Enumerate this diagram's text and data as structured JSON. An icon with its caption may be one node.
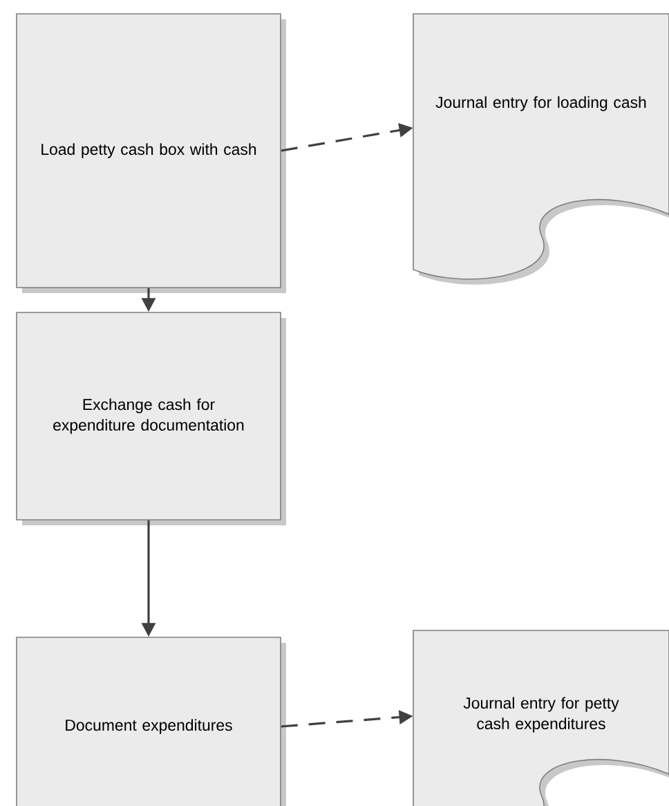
{
  "diagram": {
    "nodes": [
      {
        "text": [
          "Load petty cash box with cash"
        ]
      },
      {
        "text": [
          "Journal entry for loading cash"
        ]
      },
      {
        "text": [
          "Exchange cash for expenditure documentation"
        ]
      },
      {
        "text": [
          "Document expenditures"
        ]
      },
      {
        "text": [
          "Journal entry for petty cash expenditures"
        ]
      }
    ],
    "edges": [
      {
        "from": 0,
        "to": 1,
        "arrow": "to",
        "style": "dashed"
      },
      {
        "from": 0,
        "to": 2,
        "arrow": "to"
      },
      {
        "from": 2,
        "to": 3,
        "arrow": "to"
      },
      {
        "from": 3,
        "to": 4,
        "arrow": "to",
        "style": "dashed"
      }
    ]
  }
}
